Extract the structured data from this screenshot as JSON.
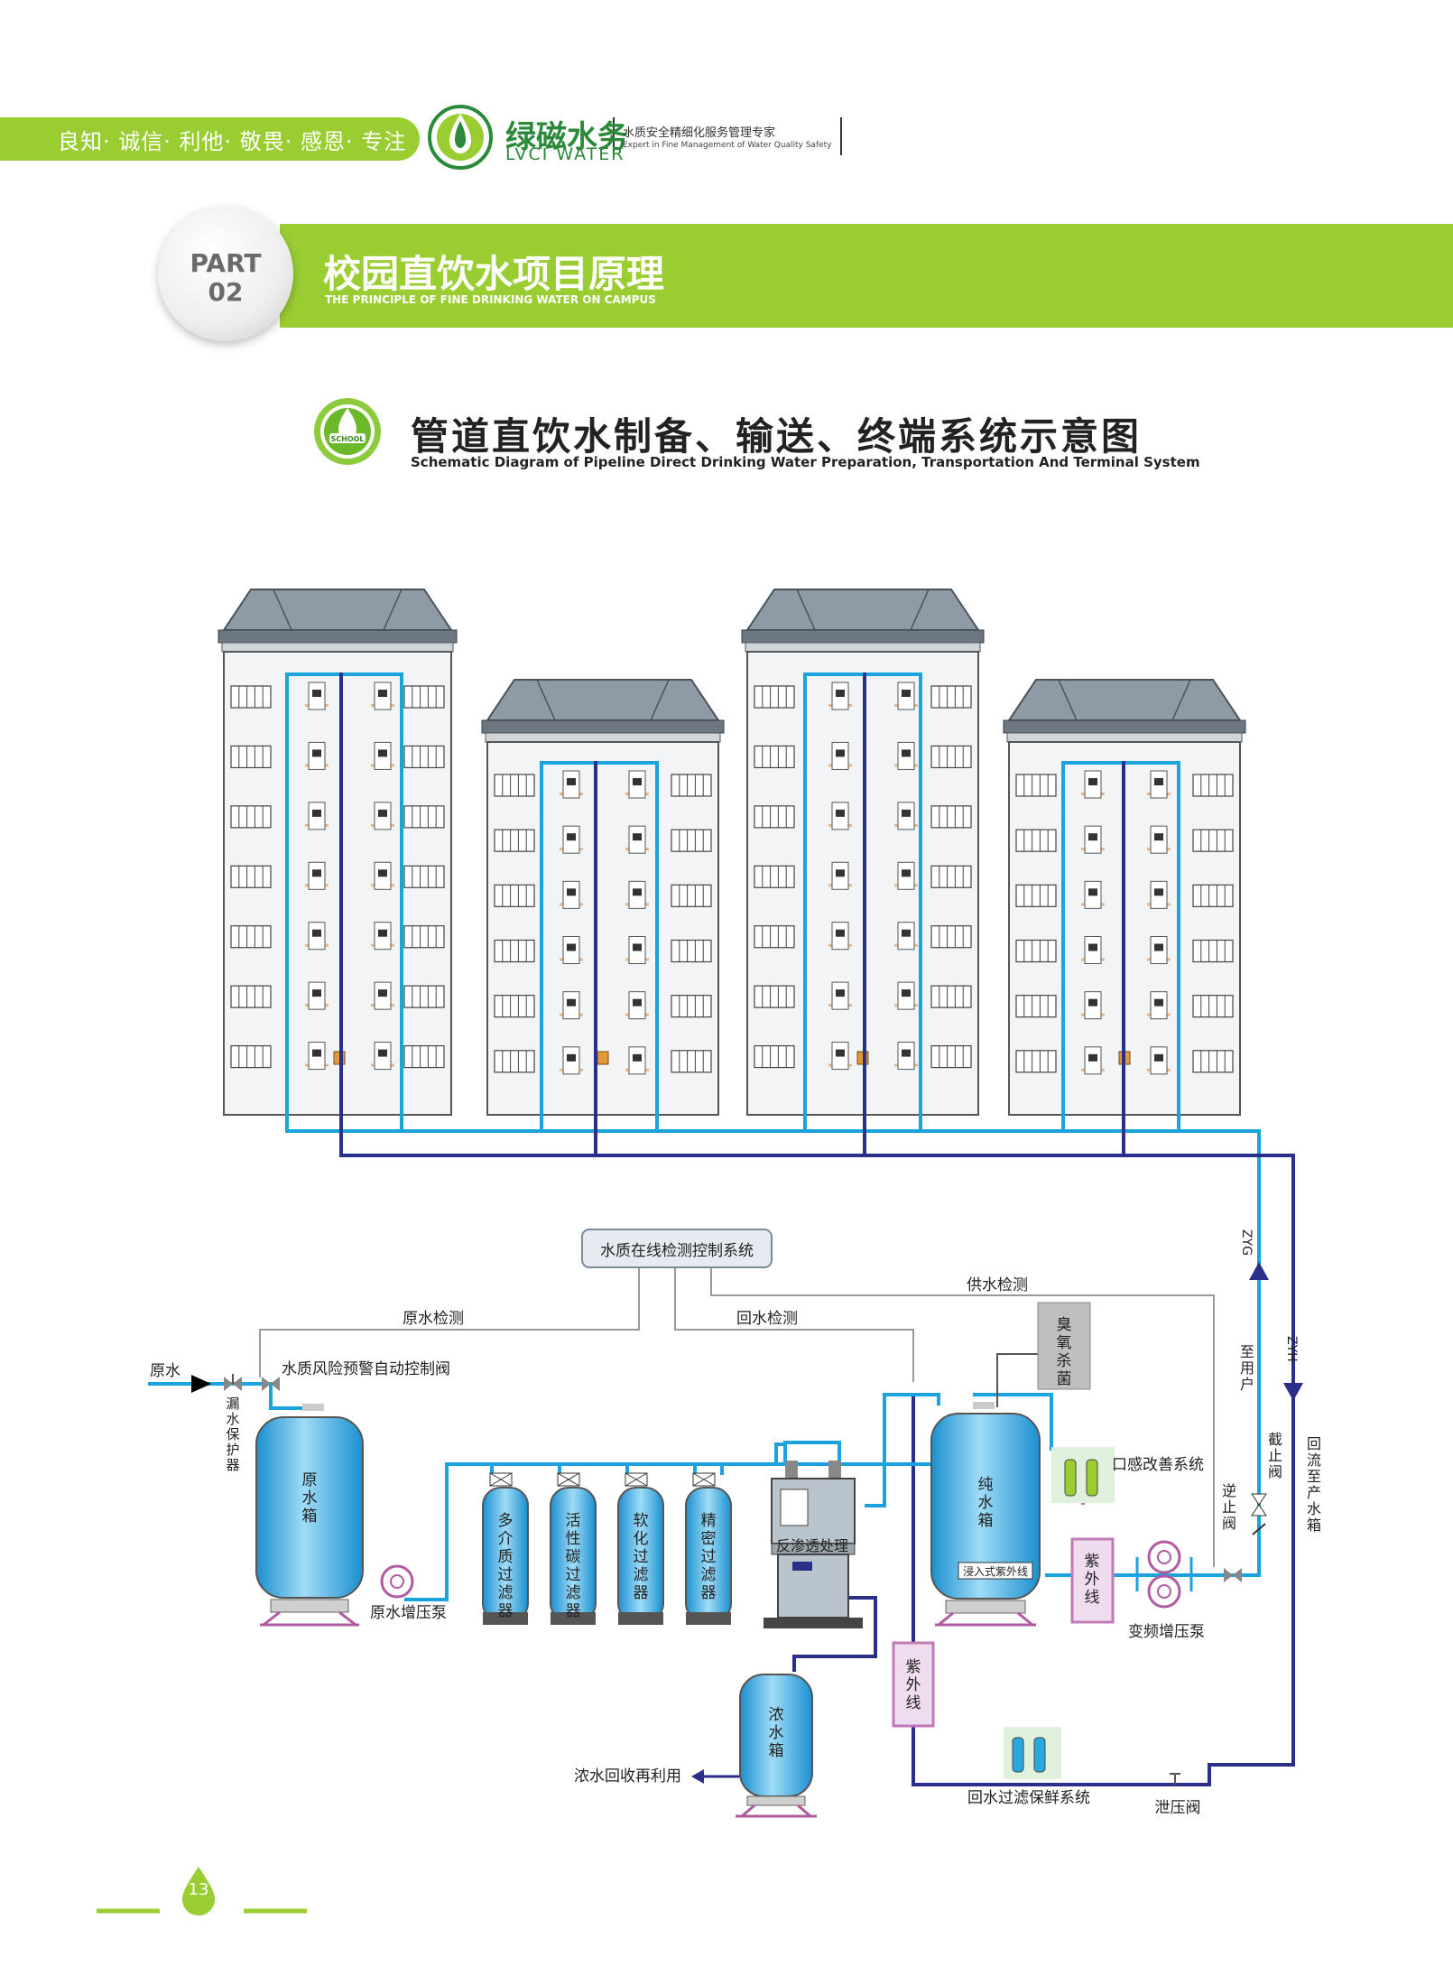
{
  "header": {
    "slogan": "良知· 诚信· 利他· 敬畏· 感恩· 专注",
    "brand_name": "绿磁水务",
    "brand_name_en": "LVCI WATER",
    "tagline_cn": "水质安全精细化服务管理专家",
    "tagline_en": "Expert in Fine Management of Water Quality Safety"
  },
  "section": {
    "part_label": "PART",
    "part_number": "02",
    "title": "校园直饮水项目原理",
    "subtitle": "THE PRINCIPLE OF FINE DRINKING WATER ON CAMPUS"
  },
  "diagram": {
    "title": "管道直饮水制备、输送、终端系统示意图",
    "subtitle": "Schematic Diagram of Pipeline Direct Drinking Water Preparation, Transportation And Terminal System",
    "badge_text": "SCHOOL",
    "control_system": "水质在线检测控制系统",
    "raw_water_monitor": "原水检测",
    "return_water_monitor": "回水检测",
    "supply_water_monitor": "供水检测",
    "raw_water": "原水",
    "leak_protector": "漏水保护器",
    "risk_valve": "水质风险预警自动控制阀",
    "raw_tank": "原水箱",
    "raw_pump": "原水增压泵",
    "filters": [
      "多介质过滤器",
      "活性碳过滤器",
      "软化过滤器",
      "精密过滤器"
    ],
    "ro": "反渗透处理",
    "concentrate_tank": "浓水箱",
    "concentrate_reuse": "浓水回收再利用",
    "pure_tank": "纯水箱",
    "immersion_uv": "浸入式紫外线",
    "ozone": "臭氧杀菌",
    "taste_system": "口感改善系统",
    "uv_label": "紫外线",
    "vf_pump": "变频增压泵",
    "check_valve": "逆止阀",
    "stop_valve": "截止阀",
    "to_users": "至用户",
    "return_to_tank": "回流至产水箱",
    "zyg": "ZYG",
    "zyh": "ZYH",
    "return_filter": "回水过滤保鲜系统",
    "relief_valve": "泄压阀"
  },
  "footer": {
    "page_number": "13"
  },
  "colors": {
    "brand_green": "#9acd32",
    "supply_pipe": "#1aa3dc",
    "return_pipe": "#2a2f8a",
    "tank_blue": "#29a8e0",
    "monitor_line": "#999999"
  },
  "icons": [
    "water-drop-logo-icon",
    "school-badge-icon",
    "building-icon",
    "water-dispenser-icon",
    "pump-icon",
    "valve-icon",
    "arrow-icon"
  ]
}
